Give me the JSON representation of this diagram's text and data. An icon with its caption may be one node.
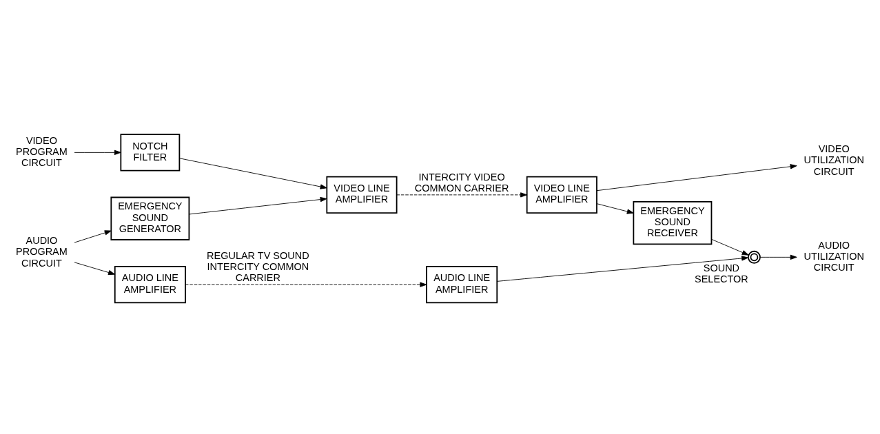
{
  "diagram": {
    "nodes": [
      {
        "text": [
          "VIDEO PROGRAM CIRCUIT"
        ]
      },
      {
        "text": [
          "NOTCH FILTER"
        ]
      },
      {
        "text": [
          "VIDEO LINE AMPLIFIER"
        ]
      },
      {
        "text": [
          "VIDEO LINE AMPLIFIER"
        ]
      },
      {
        "text": [
          "VIDEO UTILIZATION CIRCUIT"
        ]
      },
      {
        "text": [
          "EMERGENCY SOUND GENERATOR"
        ]
      },
      {
        "text": [
          "EMERGENCY SOUND RECEIVER"
        ]
      },
      {
        "text": [],
        "shape": "switch",
        "beside": [
          "SOUND SELECTOR"
        ]
      },
      {
        "text": [
          "AUDIO UTILIZATION CIRCUIT"
        ]
      },
      {
        "text": [
          "AUDIO PROGRAM CIRCUIT"
        ]
      },
      {
        "text": [
          "AUDIO LINE AMPLIFIER"
        ]
      },
      {
        "text": [
          "AUDIO LINE AMPLIFIER"
        ]
      }
    ],
    "edges": [
      {
        "from": 0,
        "to": 1,
        "arrow": "to"
      },
      {
        "from": 1,
        "to": 2,
        "arrow": "to"
      },
      {
        "from": 5,
        "to": 2,
        "arrow": "to"
      },
      {
        "from": 2,
        "to": 3,
        "arrow": "to",
        "style": "dashed",
        "label": "INTERCITY VIDEO COMMON CARRIER"
      },
      {
        "from": 3,
        "to": 4,
        "arrow": "to"
      },
      {
        "from": 3,
        "to": 6,
        "arrow": "to"
      },
      {
        "from": 6,
        "to": 7,
        "arrow": "to"
      },
      {
        "from": 7,
        "to": 8,
        "arrow": "to"
      },
      {
        "from": 9,
        "to": 10,
        "arrow": "to"
      },
      {
        "from": 9,
        "to": 5,
        "arrow": "to"
      },
      {
        "from": 10,
        "to": 11,
        "arrow": "to",
        "style": "dashed",
        "label": "REGULAR TV SOUND INTERCITY COMMON CARRIER"
      },
      {
        "from": 11,
        "to": 7,
        "arrow": "to"
      }
    ]
  }
}
